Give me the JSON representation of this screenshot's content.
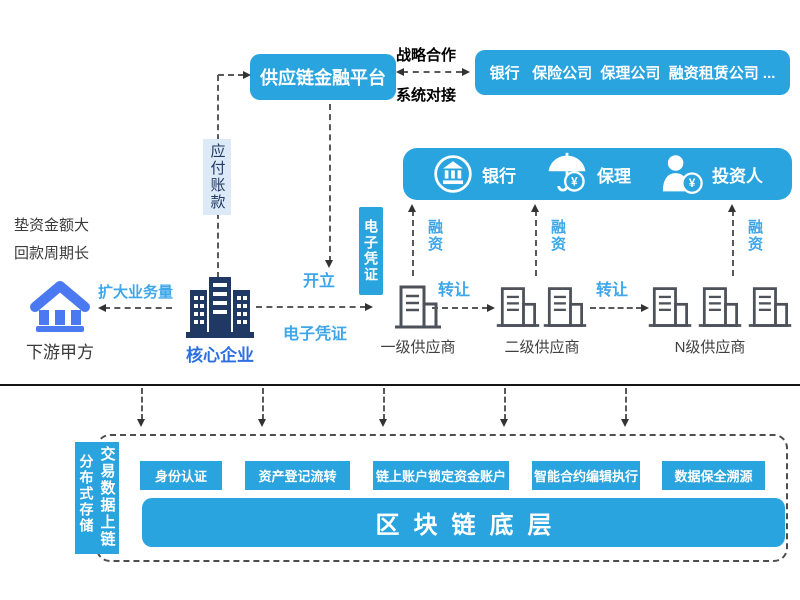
{
  "colors": {
    "primary_blue": "#29a4df",
    "light_blue_text": "#3fa6e8",
    "royal_blue_text": "#2e6fe0",
    "navy_icon": "#203864",
    "downstream_icon_blue": "#4a79f2",
    "supplier_icon_gray": "#4d525a",
    "payable_tag_bg": "#dce9f7",
    "payable_tag_text": "#1f3864"
  },
  "top": {
    "platform_label": "供应链金融平台",
    "strategic_label": "战略合作",
    "integration_label": "系统对接",
    "partners_label": "银行   保险公司  保理公司  融资租赁公司 ...",
    "payable_label": "应付账款"
  },
  "funder_bar": {
    "items": [
      {
        "icon": "bank-circle-icon",
        "label": "银行"
      },
      {
        "icon": "umbrella-yuan-icon",
        "label": "保理"
      },
      {
        "icon": "investor-yuan-icon",
        "label": "投资人"
      }
    ]
  },
  "left": {
    "pain_line1": "垫资金额大",
    "pain_line2": "回款周期长",
    "downstream_label": "下游甲方",
    "expand_label": "扩大业务量",
    "core_label": "核心企业"
  },
  "middle": {
    "evoucher_tag": "电子凭证",
    "issue_label": "开立",
    "evoucher_label": "电子凭证"
  },
  "flow": {
    "financing": "融资",
    "transfer": "转让"
  },
  "suppliers": [
    {
      "label": "一级供应商",
      "buildings": 1
    },
    {
      "label": "二级供应商",
      "buildings": 2
    },
    {
      "label": "N级供应商",
      "buildings": 3
    }
  ],
  "bottom": {
    "chain_col_right": "交易数据上链",
    "chain_col_left": "分布式存储",
    "buttons": [
      "身份认证",
      "资产登记流转",
      "链上账户锁定资金账户",
      "智能合约编辑执行",
      "数据保全溯源"
    ],
    "base_label": "区块链底层"
  },
  "icons": {
    "bank-circle-icon": "bank building inside circle",
    "umbrella-yuan-icon": "umbrella with ¥ coin",
    "investor-yuan-icon": "person with ¥ coin",
    "downstream-bank-icon": "blue bank building",
    "core-enterprise-icon": "navy office tower",
    "supplier-building-icon": "gray outline building"
  }
}
